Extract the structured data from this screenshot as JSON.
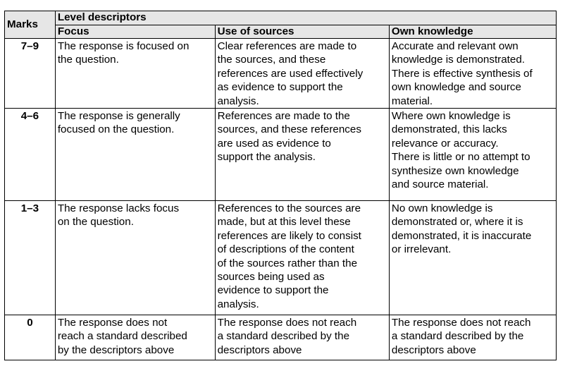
{
  "header": {
    "marks": "Marks",
    "level_descriptors": "Level descriptors",
    "focus": "Focus",
    "use_of_sources": "Use of sources",
    "own_knowledge": "Own knowledge"
  },
  "rows": [
    {
      "mark": "7–9",
      "focus": "The response is focused on\nthe question.",
      "sources": "Clear references are made to\nthe sources, and these\nreferences are used effectively\nas evidence to support the\nanalysis.",
      "own": "Accurate and relevant own\nknowledge is demonstrated.\nThere is effective synthesis of\nown knowledge and source\nmaterial."
    },
    {
      "mark": "4–6",
      "focus": "The response is generally\nfocused on the question.",
      "sources": "References are made to the\nsources, and these references\nare used as evidence to\nsupport the analysis.",
      "own": "Where own knowledge is\ndemonstrated, this lacks\nrelevance or accuracy.\nThere is little or no attempt to\nsynthesize own knowledge\nand source material."
    },
    {
      "mark": "1–3",
      "focus": "The response lacks focus\non the question.",
      "sources": "References to the sources are\nmade, but at this level these\nreferences are likely to consist\nof descriptions of the content\nof the sources rather than the\nsources being used as\nevidence to support the\nanalysis.",
      "own": "No own knowledge is\ndemonstrated or, where it is\ndemonstrated, it is inaccurate\nor irrelevant."
    },
    {
      "mark": "0",
      "focus": "The response does not\nreach a standard described\nby the descriptors above",
      "sources": "The response does not reach\na standard described by the\ndescriptors above",
      "own": "The response does not reach\na standard described by the\ndescriptors above"
    }
  ]
}
